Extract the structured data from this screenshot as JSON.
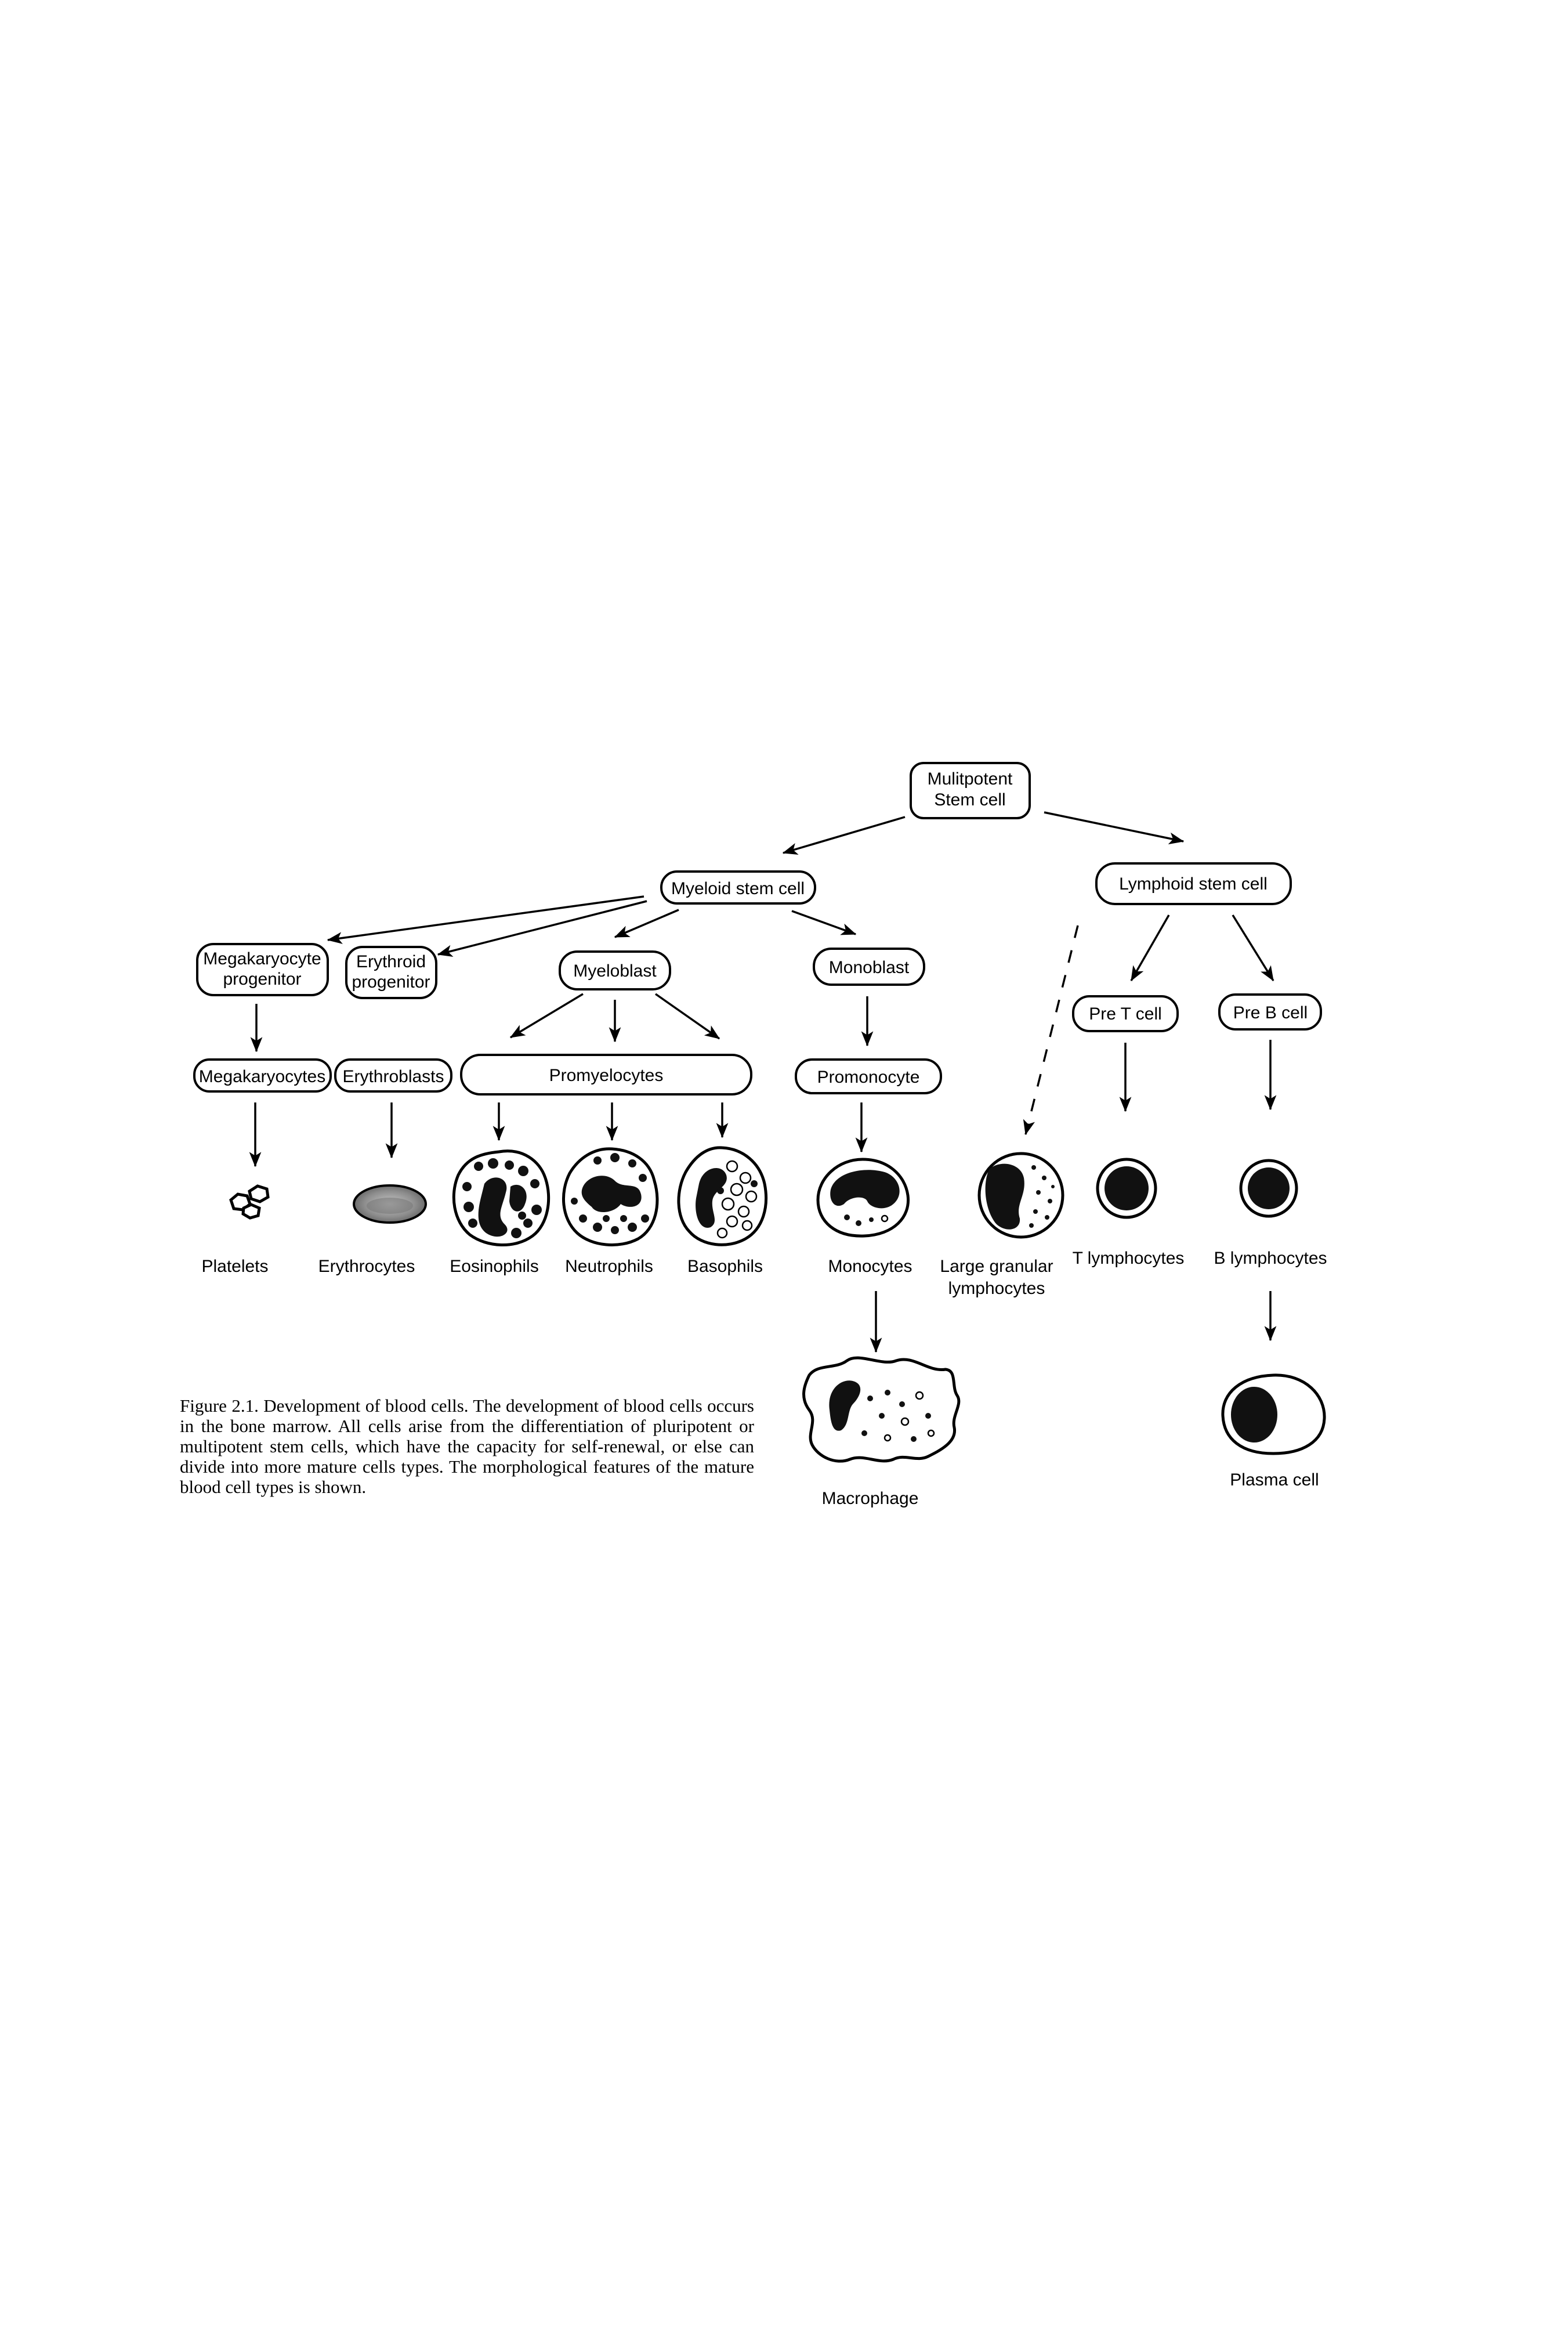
{
  "nodes": {
    "multipotent_line1": "Mulitpotent",
    "multipotent_line2": "Stem cell",
    "myeloid": "Myeloid stem cell",
    "lymphoid": "Lymphoid stem cell",
    "megakaryocyte_prog_line1": "Megakaryocyte",
    "megakaryocyte_prog_line2": "progenitor",
    "erythroid_prog_line1": "Erythroid",
    "erythroid_prog_line2": "progenitor",
    "myeloblast": "Myeloblast",
    "monoblast": "Monoblast",
    "pre_t": "Pre T cell",
    "pre_b": "Pre B cell",
    "megakaryocytes": "Megakaryocytes",
    "erythroblasts": "Erythroblasts",
    "promyelocytes": "Promyelocytes",
    "promonocyte": "Promonocyte"
  },
  "cell_labels": {
    "platelets": "Platelets",
    "erythrocytes": "Erythrocytes",
    "eosinophils": "Eosinophils",
    "neutrophils": "Neutrophils",
    "basophils": "Basophils",
    "monocytes": "Monocytes",
    "lgl_line1": "Large granular",
    "lgl_line2": "lymphocytes",
    "t_lymphocytes": "T lymphocytes",
    "b_lymphocytes": "B lymphocytes",
    "macrophage": "Macrophage",
    "plasma_cell": "Plasma cell"
  },
  "caption": "Figure 2.1. Development of blood cells. The development of blood cells occurs in the bone marrow. All cells arise from the differentiation of pluripotent or multipotent stem cells, which have the capacity for self-renewal, or else can divide into more mature cells types. The morphological features of the mature blood cell types is shown.",
  "colors": {
    "ink": "#000000",
    "paper": "#ffffff",
    "erythrocyte_fill": "#9a9a9a"
  }
}
